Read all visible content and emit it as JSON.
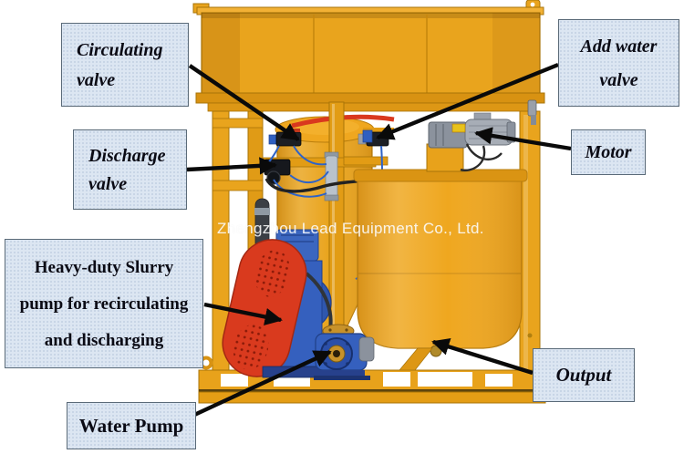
{
  "watermark": {
    "text": "Zhengzhou Lead Equipment Co., Ltd."
  },
  "labels": {
    "circulating_valve": {
      "lines": [
        "Circulating",
        "valve"
      ]
    },
    "discharge_valve": {
      "lines": [
        "Discharge",
        "valve"
      ]
    },
    "add_water_valve": {
      "lines": [
        "Add water",
        "valve"
      ]
    },
    "motor": {
      "lines": [
        "Motor"
      ]
    },
    "slurry_pump": {
      "lines": [
        "Heavy-duty Slurry",
        "pump for recirculating",
        "and discharging"
      ]
    },
    "water_pump": {
      "lines": [
        "Water Pump"
      ]
    },
    "output": {
      "lines": [
        "Output"
      ]
    }
  },
  "machine": {
    "parts": [
      "hopper",
      "support-frame",
      "mixer-tank",
      "agitator-tank",
      "gear-motor",
      "circulating-valve",
      "discharge-valve",
      "add-water-valve",
      "level-gauge",
      "feed-pipe",
      "slurry-pump",
      "belt-guard",
      "water-pump",
      "base-skid",
      "output-drain"
    ]
  },
  "colors": {
    "machine_yellow": "#E9A41D",
    "machine_yellow_dark": "#C8880F",
    "machine_outline": "#A87408",
    "guard_red": "#D93A1E",
    "pump_blue": "#3560BE",
    "hose_blue": "#2E63C8",
    "motor_gray": "#9AA0AA",
    "arrow_black": "#0A0A0A",
    "label_fill": "#DCE6F2",
    "label_border": "#5A6A78",
    "label_text": "#0A0A14",
    "watermark_white": "rgba(255,255,255,0.85)"
  }
}
